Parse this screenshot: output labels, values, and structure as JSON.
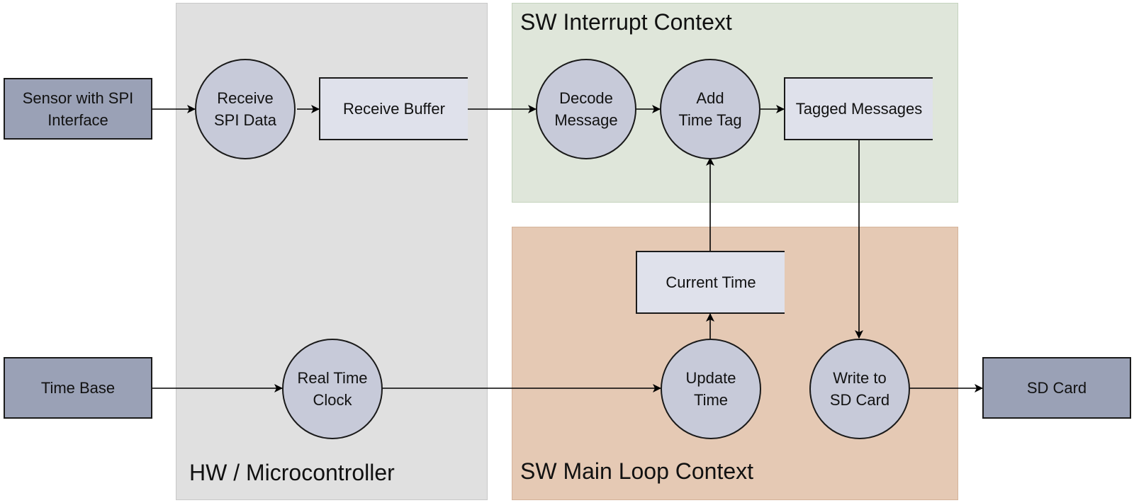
{
  "regions": {
    "hw": {
      "title": "HW / Microcontroller",
      "color": "#e0e0e0",
      "border": "#c8c8c8"
    },
    "interrupt": {
      "title": "SW Interrupt Context",
      "color": "#dfe6da",
      "border": "#c5d3bd"
    },
    "mainloop": {
      "title": "SW Main Loop Context",
      "color": "#e5c9b4",
      "border": "#d4b39a"
    }
  },
  "externals": {
    "sensor": "Sensor with SPI\nInterface",
    "time_base": "Time Base",
    "sd_card": "SD Card"
  },
  "processes": {
    "receive_spi": "Receive\nSPI Data",
    "decode": "Decode\nMessage",
    "add_time_tag": "Add\nTime Tag",
    "real_time_clock": "Real Time\nClock",
    "update_time": "Update\nTime",
    "write_sd": "Write to\nSD Card"
  },
  "stores": {
    "receive_buffer": "Receive Buffer",
    "tagged_messages": "Tagged Messages",
    "current_time": "Current Time"
  },
  "colors": {
    "external_fill": "#9aa1b6",
    "process_fill": "#c7cad9",
    "store_fill": "#dfe1eb",
    "line": "#000000"
  }
}
